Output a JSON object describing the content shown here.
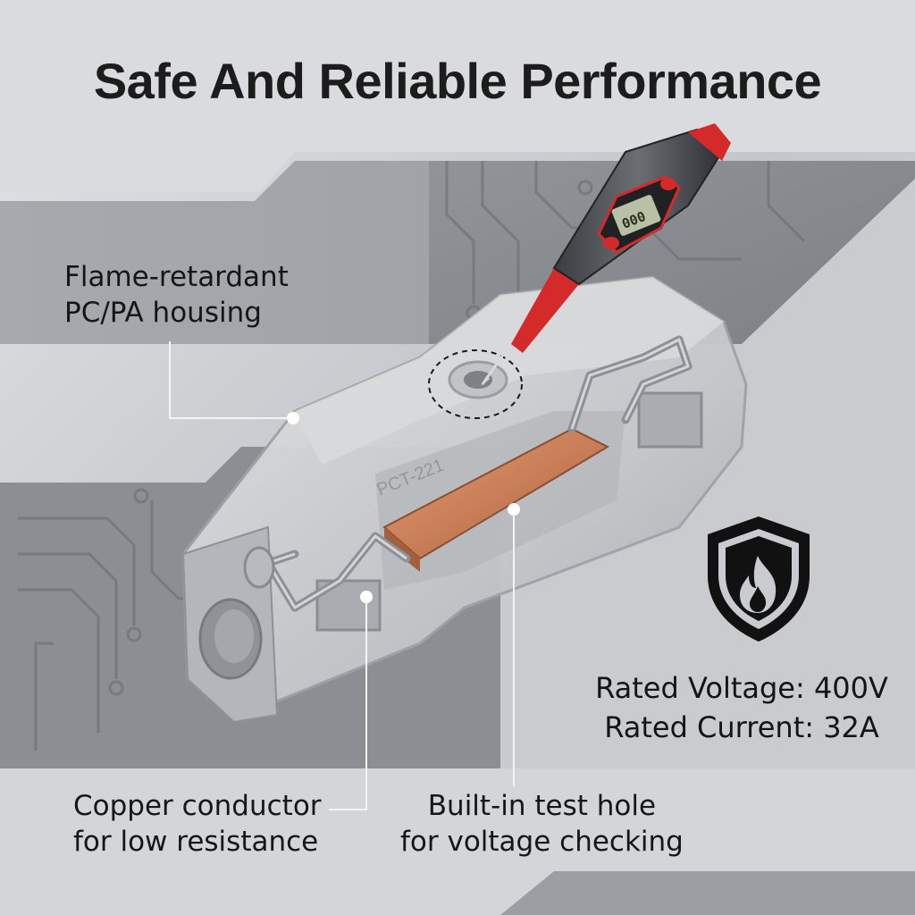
{
  "title": "Safe And Reliable Performance",
  "callouts": {
    "housing": {
      "line1": "Flame-retardant",
      "line2": "PC/PA housing"
    },
    "copper": {
      "line1": "Copper conductor",
      "line2": "for low resistance"
    },
    "test_hole": {
      "line1": "Built-in test hole",
      "line2": "for voltage checking"
    }
  },
  "specs": {
    "voltage": "Rated Voltage: 400V",
    "current": "Rated Current: 32A"
  },
  "product": {
    "part_marking": "PCT-221",
    "meter_display": "000"
  },
  "icons": {
    "flame_shield": "shield-flame-icon"
  },
  "colors": {
    "tester_red": "#d42a2a",
    "copper": "#c97f57",
    "housing": "#c6c8cb",
    "shield": "#111111"
  }
}
